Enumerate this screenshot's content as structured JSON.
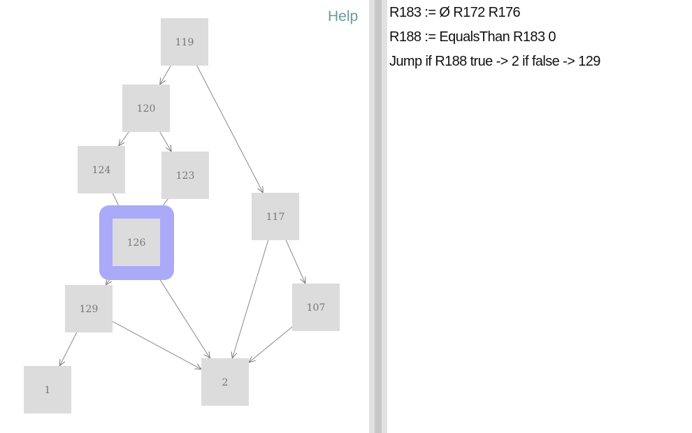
{
  "help_label": "Help",
  "graph": {
    "selected": "126",
    "highlight_color": "#aaaaf8",
    "node_color": "#dcdcdc",
    "nodes": [
      "119",
      "120",
      "124",
      "123",
      "126",
      "117",
      "129",
      "107",
      "1",
      "2"
    ],
    "edges": [
      [
        "119",
        "120"
      ],
      [
        "119",
        "117"
      ],
      [
        "120",
        "124"
      ],
      [
        "120",
        "123"
      ],
      [
        "124",
        "126"
      ],
      [
        "123",
        "126"
      ],
      [
        "126",
        "129"
      ],
      [
        "126",
        "2"
      ],
      [
        "129",
        "1"
      ],
      [
        "129",
        "2"
      ],
      [
        "117",
        "2"
      ],
      [
        "117",
        "107"
      ],
      [
        "107",
        "2"
      ]
    ]
  },
  "code_lines": [
    "R183 := Ø R172 R176",
    "R188 := EqualsThan R183 0",
    "Jump if R188 true -> 2 if false -> 129"
  ]
}
